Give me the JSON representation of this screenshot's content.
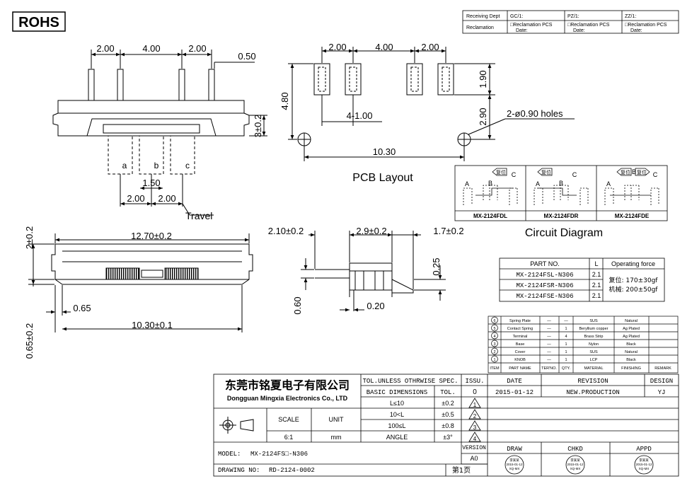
{
  "rohs_label": "ROHS",
  "header_table": {
    "receiving_dept": "Receiving Dept",
    "reclamation": "Reclamation",
    "cols": [
      {
        "label": "GC/1:",
        "line1": "□Reclamation  PCS",
        "line2": "Date:"
      },
      {
        "label": "PZ/1:",
        "line1": "□Reclamation  PCS",
        "line2": "Date:"
      },
      {
        "label": "ZZ/1:",
        "line1": "□Reclamation  PCS",
        "line2": "Date:"
      }
    ]
  },
  "side_view": {
    "dims": [
      "2.00",
      "4.00",
      "2.00",
      "0.50",
      "3±0.2",
      "1.50",
      "2.00",
      "2.00"
    ],
    "positions": [
      "a",
      "b",
      "c"
    ],
    "travel": "Travel"
  },
  "pcb_layout": {
    "dims": [
      "2.00",
      "4.00",
      "2.00",
      "4.80",
      "1.90",
      "2.90",
      "4-1.00",
      "10.30"
    ],
    "holes_note": "2-ø0.90 holes",
    "title": "PCB Layout"
  },
  "circuit": {
    "title": "Circuit Diagram",
    "models": [
      "MX-2124FDL",
      "MX-2124FDR",
      "MX-2124FDE"
    ],
    "terminals": [
      "A",
      "B",
      "C"
    ],
    "reset_label": "复位"
  },
  "front_view": {
    "dims": [
      "2±0.2",
      "12.70±0.2",
      "0.65",
      "10.30±0.1",
      "0.65±0.2"
    ]
  },
  "end_view": {
    "dims": [
      "2.10±0.2",
      "2.9±0.2",
      "1.7±0.2",
      "0.25",
      "0.60",
      "0.20"
    ]
  },
  "part_table": {
    "headers": [
      "PART NO.",
      "L",
      "Operating force"
    ],
    "rows": [
      {
        "part": "MX-2124FSL-N306",
        "l": "2.1"
      },
      {
        "part": "MX-2124FSR-N306",
        "l": "2.1"
      },
      {
        "part": "MX-2124FSE-N306",
        "l": "2.1"
      }
    ],
    "force_reset": "复位: 170±30gf",
    "force_mech": "机械: 200±50gf"
  },
  "bom": {
    "headers": [
      "ITEM",
      "PART NAME",
      "TER'NO.",
      "QTY.",
      "MATERIAL",
      "FINISHING",
      "REMARK"
    ],
    "rows": [
      {
        "item": "6",
        "name": "Spring Plate",
        "ter": "—",
        "qty": "—",
        "material": "SUS",
        "finish": "Natural"
      },
      {
        "item": "5",
        "name": "Contact Spring",
        "ter": "—",
        "qty": "1",
        "material": "Beryllium copper",
        "finish": "Ag Plated"
      },
      {
        "item": "4",
        "name": "Terminal",
        "ter": "—",
        "qty": "4",
        "material": "Brass Strip",
        "finish": "Ag Plated"
      },
      {
        "item": "3",
        "name": "Base",
        "ter": "—",
        "qty": "1",
        "material": "Nylon",
        "finish": "Black"
      },
      {
        "item": "2",
        "name": "Cover",
        "ter": "—",
        "qty": "1",
        "material": "SUS",
        "finish": "Natural"
      },
      {
        "item": "1",
        "name": "KNOB",
        "ter": "—",
        "qty": "1",
        "material": "LCP",
        "finish": "Black"
      }
    ]
  },
  "title_block": {
    "company_cn": "东莞市铭夏电子有限公司",
    "company_en": "Dongguan Mingxia Electronics Co., LTD",
    "tol_header": "TOL.UNLESS OTHRWISE SPEC.",
    "basic_dims": "BASIC DIMENSIONS",
    "tol": "TOL.",
    "tol_rows": [
      {
        "range": "L≤10",
        "tol": "±0.2",
        "rev": "1"
      },
      {
        "range": "10<L",
        "tol": "±0.5",
        "rev": "2"
      },
      {
        "range": "100≤L",
        "tol": "±0.8",
        "rev": "3"
      },
      {
        "range": "ANGLE",
        "tol": "±3°",
        "rev": "4"
      }
    ],
    "issu": "ISSU.",
    "date_h": "DATE",
    "revision_h": "REVISION",
    "design_h": "DESIGN",
    "issue_no": "0",
    "date": "2015-01-12",
    "revision": "NEW.PRODUCTION",
    "design": "YJ",
    "scale_h": "SCALE",
    "unit_h": "UNIT",
    "scale": "6:1",
    "unit": "mm",
    "version_h": "VERSION",
    "version": "A0",
    "draw": "DRAW",
    "chkd": "CHKD",
    "appd": "APPD",
    "model_label": "MODEL:",
    "model": "MX-2124FS□-N306",
    "drawing_label": "DRAWING NO:",
    "drawing_no": "RD-2124-0002",
    "page": "第1页",
    "stamp": {
      "line1": "李某某",
      "line2": "2015-01-12",
      "line3": "XQ-MX"
    }
  }
}
